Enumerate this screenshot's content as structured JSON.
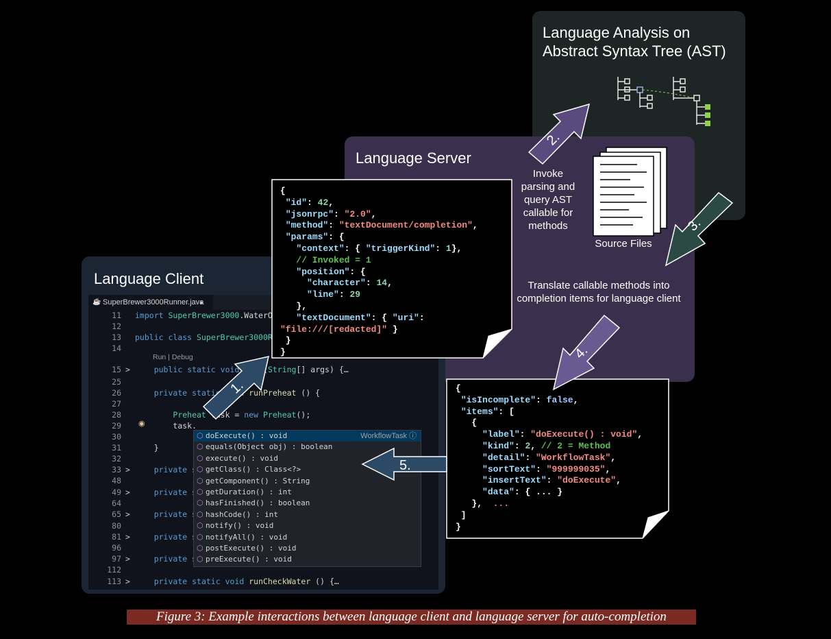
{
  "ast": {
    "title_line1": "Language Analysis on",
    "title_line2": "Abstract Syntax Tree (AST)"
  },
  "server": {
    "title": "Language Server",
    "invoke_note": [
      "Invoke",
      "parsing and",
      "query AST",
      "callable for",
      "methods"
    ],
    "source_files_label": "Source Files",
    "translate_note_line1": "Translate callable methods into",
    "translate_note_line2": "completion items for language client"
  },
  "client": {
    "title": "Language Client",
    "tab_label": "SuperBrewer3000Runner.java",
    "codelens": "Run | Debug",
    "lines": [
      {
        "num": "11",
        "fold": "",
        "text": "import SuperBrewer3000.WaterOK;"
      },
      {
        "num": "12",
        "fold": "",
        "text": ""
      },
      {
        "num": "13",
        "fold": "",
        "text": "public class SuperBrewer3000Runner {"
      },
      {
        "num": "14",
        "fold": "",
        "text": ""
      },
      {
        "num": "15",
        "fold": ">",
        "text": "    public static void main(String[] args) {…"
      },
      {
        "num": "25",
        "fold": "",
        "text": ""
      },
      {
        "num": "26",
        "fold": "",
        "text": "    private static void runPreheat () {"
      },
      {
        "num": "27",
        "fold": "",
        "text": ""
      },
      {
        "num": "28",
        "fold": "",
        "text": "        Preheat task = new Preheat();"
      },
      {
        "num": "29",
        "fold": "",
        "text": "        task."
      },
      {
        "num": "30",
        "fold": "",
        "text": ""
      },
      {
        "num": "31",
        "fold": "",
        "text": "    }"
      },
      {
        "num": "32",
        "fold": "",
        "text": ""
      },
      {
        "num": "33",
        "fold": ">",
        "text": "    private s"
      },
      {
        "num": "48",
        "fold": "",
        "text": ""
      },
      {
        "num": "49",
        "fold": ">",
        "text": "    private s"
      },
      {
        "num": "64",
        "fold": "",
        "text": ""
      },
      {
        "num": "65",
        "fold": ">",
        "text": "    private s"
      },
      {
        "num": "80",
        "fold": "",
        "text": ""
      },
      {
        "num": "81",
        "fold": ">",
        "text": "    private s"
      },
      {
        "num": "96",
        "fold": "",
        "text": ""
      },
      {
        "num": "97",
        "fold": ">",
        "text": "    private s"
      },
      {
        "num": "112",
        "fold": "",
        "text": ""
      },
      {
        "num": "113",
        "fold": ">",
        "text": "    private static void runCheckWater () {…"
      }
    ],
    "suggestions": [
      {
        "label": "doExecute() : void",
        "detail": "WorkflowTask ⓘ",
        "selected": true
      },
      {
        "label": "equals(Object obj) : boolean",
        "detail": "",
        "selected": false
      },
      {
        "label": "execute() : void",
        "detail": "",
        "selected": false
      },
      {
        "label": "getClass() : Class<?>",
        "detail": "",
        "selected": false
      },
      {
        "label": "getComponent() : String",
        "detail": "",
        "selected": false
      },
      {
        "label": "getDuration() : int",
        "detail": "",
        "selected": false
      },
      {
        "label": "hasFinished() : boolean",
        "detail": "",
        "selected": false
      },
      {
        "label": "hashCode() : int",
        "detail": "",
        "selected": false
      },
      {
        "label": "notify() : void",
        "detail": "",
        "selected": false
      },
      {
        "label": "notifyAll() : void",
        "detail": "",
        "selected": false
      },
      {
        "label": "postExecute() : void",
        "detail": "",
        "selected": false
      },
      {
        "label": "preExecute() : void",
        "detail": "",
        "selected": false
      }
    ]
  },
  "request_json": {
    "id": "42",
    "jsonrpc": "\"2.0\"",
    "method": "\"textDocument/completion\"",
    "triggerKind": "1",
    "comment": "// Invoked = 1",
    "character": "14",
    "line": "29",
    "uri": "\"file:///[redacted]\""
  },
  "response_json": {
    "isIncomplete": "false",
    "label": "\"doExecute() : void\"",
    "kind": "2",
    "kind_comment": "// 2 = Method",
    "detail": "\"WorkflowTask\"",
    "sortText": "\"999999035\"",
    "insertText": "\"doExecute\"",
    "data": "{ ... }",
    "ellipsis": "..."
  },
  "steps": [
    "1.",
    "2.",
    "3.",
    "4.",
    "5."
  ],
  "caption": "Figure 3: Example interactions between language client and language server for auto-completion"
}
